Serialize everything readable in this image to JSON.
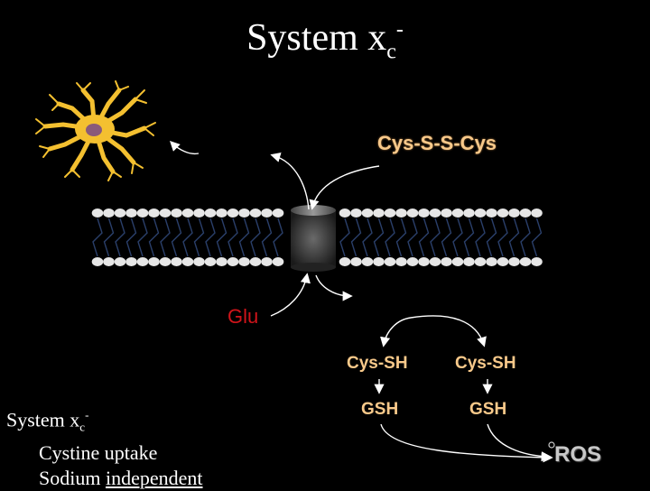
{
  "title": {
    "main": "System x",
    "sub": "c",
    "sup": "-"
  },
  "labels": {
    "cystine": "Cys-S-S-Cys",
    "glutamate": "Glu",
    "cys_sh_left": "Cys-SH",
    "cys_sh_right": "Cys-SH",
    "gsh_left": "GSH",
    "gsh_right": "GSH",
    "ros": "ROS"
  },
  "notes": {
    "heading_main": "System x",
    "heading_sub": "c",
    "heading_sup": "-",
    "line1": "Cystine uptake",
    "line2_prefix": "Sodium ",
    "line2_underlined": "independent"
  },
  "colors": {
    "background": "#000000",
    "cystine_text": "#f8c98a",
    "glutamate_text": "#d0141a",
    "neuron": "#f4c030",
    "membrane_head": "#e6e6e6",
    "membrane_tail": "#2a3f6a"
  }
}
